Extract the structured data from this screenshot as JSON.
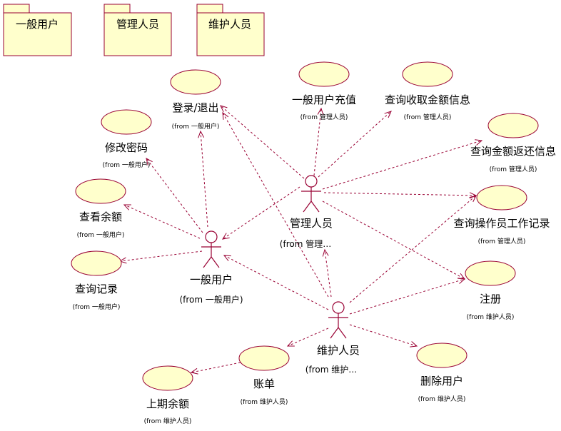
{
  "colors": {
    "stroke": "#990033",
    "fill": "#ffffcc",
    "background": "#ffffff"
  },
  "packages": [
    {
      "id": "pkg-general-user",
      "label": "一般用户"
    },
    {
      "id": "pkg-admin",
      "label": "管理人员"
    },
    {
      "id": "pkg-maintainer",
      "label": "维护人员"
    }
  ],
  "actors": [
    {
      "id": "admin",
      "name": "管理人员",
      "from": "(from 管理…"
    },
    {
      "id": "user",
      "name": "一般用户",
      "from": "(from 一般用户)"
    },
    {
      "id": "maintainer",
      "name": "维护人员",
      "from": "(from 维护…"
    }
  ],
  "use_cases": [
    {
      "id": "login",
      "name": "登录/退出",
      "from": "(from 一般用户)"
    },
    {
      "id": "change_pwd",
      "name": "修改密码",
      "from": "(from 一般用户)"
    },
    {
      "id": "view_balance",
      "name": "查看余额",
      "from": "(from 一般用户)"
    },
    {
      "id": "query_record",
      "name": "查询记录",
      "from": "(from 一般用户)"
    },
    {
      "id": "recharge",
      "name": "一般用户充值",
      "from": "(from 管理人员)"
    },
    {
      "id": "query_collect",
      "name": "查询收取金额信息",
      "from": "(from 管理人员)"
    },
    {
      "id": "query_refund",
      "name": "查询金额返还信息",
      "from": "(from 管理人员)"
    },
    {
      "id": "query_operator",
      "name": "查询操作员工作记录",
      "from": "(from 管理人员)"
    },
    {
      "id": "register",
      "name": "注册",
      "from": "(from 维护人员)"
    },
    {
      "id": "delete_user",
      "name": "删除用户",
      "from": "(from 维护人员)"
    },
    {
      "id": "bill",
      "name": "账单",
      "from": "(from 维护人员)"
    },
    {
      "id": "last_balance",
      "name": "上期余额",
      "from": "(from 维护人员)"
    }
  ],
  "relations": [
    {
      "from": "user",
      "to": "login"
    },
    {
      "from": "user",
      "to": "change_pwd"
    },
    {
      "from": "user",
      "to": "view_balance"
    },
    {
      "from": "user",
      "to": "query_record"
    },
    {
      "from": "admin",
      "to": "login"
    },
    {
      "from": "admin",
      "to": "user"
    },
    {
      "from": "admin",
      "to": "recharge"
    },
    {
      "from": "admin",
      "to": "query_collect"
    },
    {
      "from": "admin",
      "to": "query_refund"
    },
    {
      "from": "admin",
      "to": "query_operator"
    },
    {
      "from": "admin",
      "to": "register"
    },
    {
      "from": "maintainer",
      "to": "login"
    },
    {
      "from": "maintainer",
      "to": "admin"
    },
    {
      "from": "maintainer",
      "to": "user"
    },
    {
      "from": "maintainer",
      "to": "query_operator"
    },
    {
      "from": "maintainer",
      "to": "register"
    },
    {
      "from": "maintainer",
      "to": "delete_user"
    },
    {
      "from": "maintainer",
      "to": "bill"
    },
    {
      "from": "bill",
      "to": "last_balance"
    }
  ]
}
